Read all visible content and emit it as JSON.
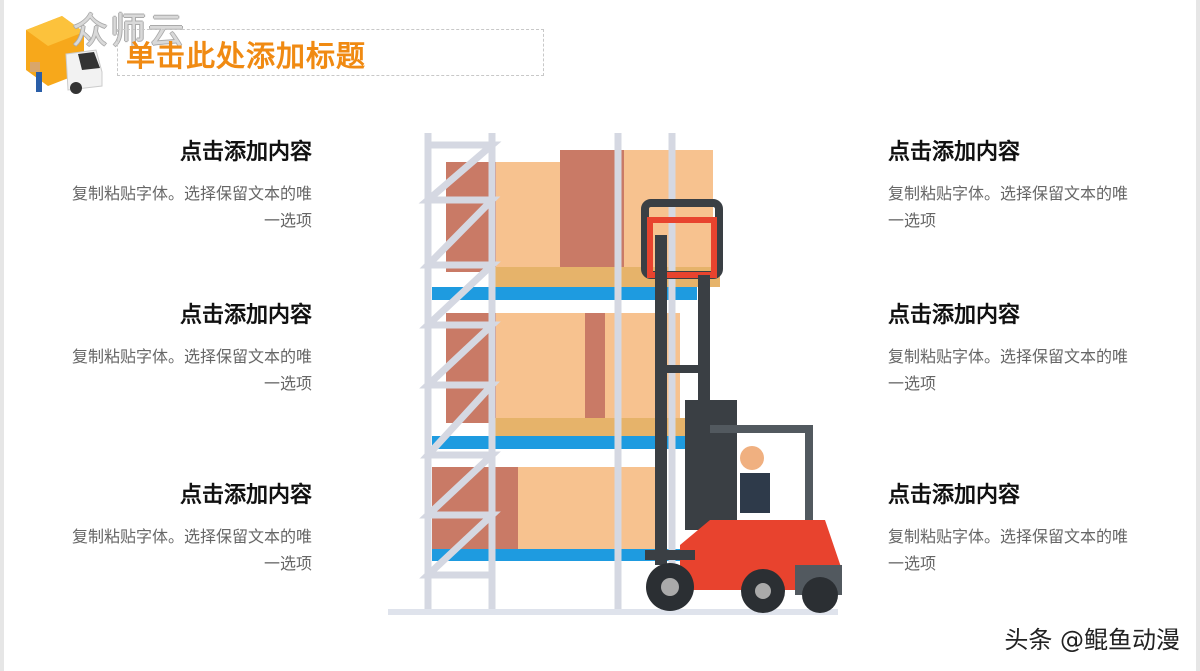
{
  "watermark": "众师云",
  "title": "单击此处添加标题",
  "left_blocks": [
    {
      "heading": "点击添加内容",
      "line1": "复制粘贴字体。选择保留文本的唯",
      "line2": "一选项"
    },
    {
      "heading": "点击添加内容",
      "line1": "复制粘贴字体。选择保留文本的唯",
      "line2": "一选项"
    },
    {
      "heading": "点击添加内容",
      "line1": "复制粘贴字体。选择保留文本的唯",
      "line2": "一选项"
    }
  ],
  "right_blocks": [
    {
      "heading": "点击添加内容",
      "line1": "复制粘贴字体。选择保留文本的唯",
      "line2": "一选项"
    },
    {
      "heading": "点击添加内容",
      "line1": "复制粘贴字体。选择保留文本的唯",
      "line2": "一选项"
    },
    {
      "heading": "点击添加内容",
      "line1": "复制粘贴字体。选择保留文本的唯",
      "line2": "一选项"
    }
  ],
  "footer": "头条 @鲲鱼动漫",
  "colors": {
    "title": "#f08a12",
    "shelf": "#1e9be0",
    "forklift": "#e8432e",
    "box": "#f7c28f"
  }
}
